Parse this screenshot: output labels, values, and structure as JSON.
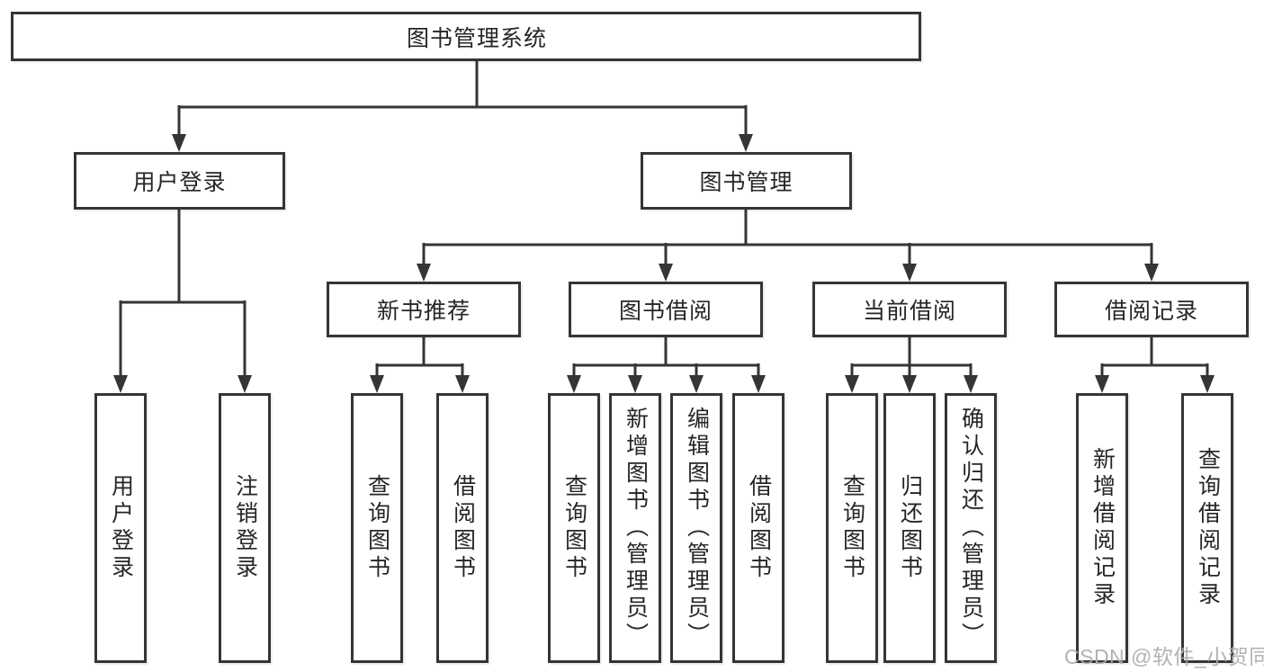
{
  "diagram": {
    "tree": {
      "label": "图书管理系统",
      "children": [
        {
          "label": "用户登录",
          "children": [
            {
              "label": "用户登录"
            },
            {
              "label": "注销登录"
            }
          ]
        },
        {
          "label": "图书管理",
          "children": [
            {
              "label": "新书推荐",
              "children": [
                {
                  "label": "查询图书"
                },
                {
                  "label": "借阅图书"
                }
              ]
            },
            {
              "label": "图书借阅",
              "children": [
                {
                  "label": "查询图书"
                },
                {
                  "label": "新增图书（管理员）"
                },
                {
                  "label": "编辑图书（管理员）"
                },
                {
                  "label": "借阅图书"
                }
              ]
            },
            {
              "label": "当前借阅",
              "children": [
                {
                  "label": "查询图书"
                },
                {
                  "label": "归还图书"
                },
                {
                  "label": "确认归还（管理员）"
                }
              ]
            },
            {
              "label": "借阅记录",
              "children": [
                {
                  "label": "新增借阅记录"
                },
                {
                  "label": "查询借阅记录"
                }
              ]
            }
          ]
        }
      ]
    },
    "watermark": "CSDN @软件_小贺同学",
    "colors": {
      "line": "#333538",
      "background": "#ffffff",
      "text": "#262626",
      "watermark": "#acacac"
    }
  }
}
